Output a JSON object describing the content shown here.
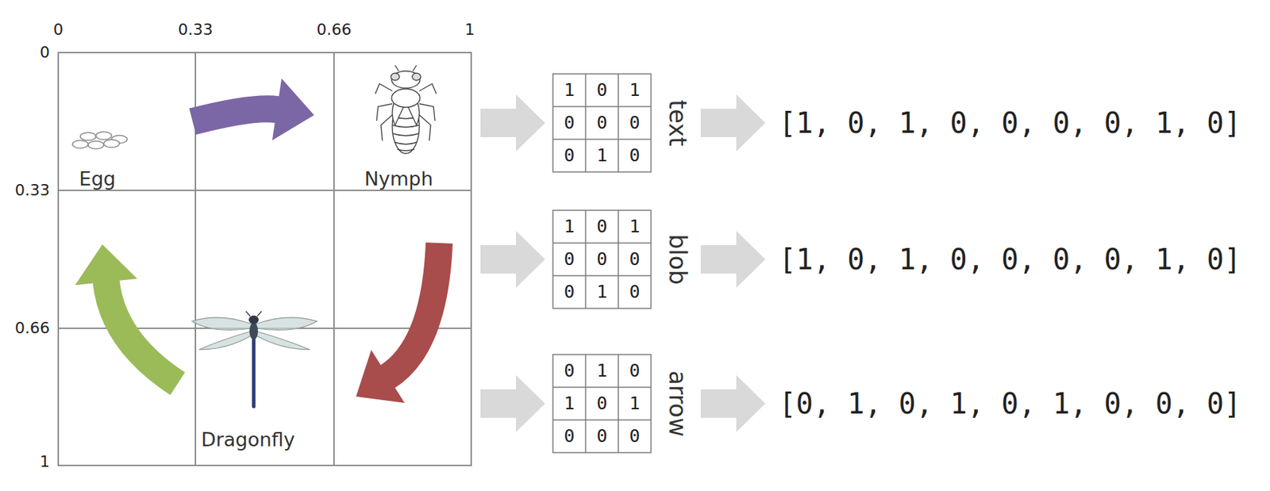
{
  "diagram": {
    "nodes": [
      {
        "text": [
          "Egg"
        ]
      },
      {
        "text": [
          "Nymph"
        ]
      },
      {
        "text": [
          "Dragonfly"
        ]
      }
    ],
    "edges": [
      {
        "from": 0,
        "to": 1,
        "arrow": "to"
      },
      {
        "from": 1,
        "to": 2,
        "arrow": "to"
      },
      {
        "from": 2,
        "to": 0,
        "arrow": "to"
      }
    ],
    "labels": [
      "0",
      "0.33",
      "0.66",
      "1",
      "0",
      "0.33",
      "0.66",
      "1",
      "1",
      "0",
      "1",
      "0",
      "0",
      "0",
      "0",
      "1",
      "0",
      "text",
      "[1, 0, 1, 0, 0, 0, 0, 1, 0]",
      "1",
      "0",
      "1",
      "0",
      "0",
      "0",
      "0",
      "1",
      "0",
      "blob",
      "[1, 0, 1, 0, 0, 0, 0, 1, 0]",
      "0",
      "1",
      "0",
      "1",
      "0",
      "1",
      "0",
      "0",
      "0",
      "arrow",
      "[0, 1, 0, 1, 0, 1, 0, 0, 0]"
    ]
  }
}
